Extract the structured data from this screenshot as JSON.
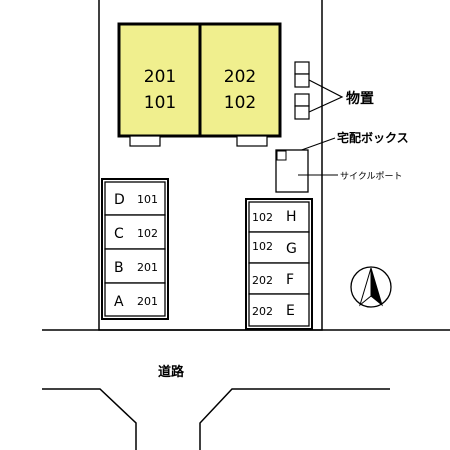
{
  "building": {
    "units": [
      {
        "upper": "201",
        "lower": "101"
      },
      {
        "upper": "202",
        "lower": "102"
      }
    ]
  },
  "labels": {
    "storage": "物置",
    "delivery_box": "宅配ボックス",
    "bicycle_port": "サイクルポート",
    "road": "道路"
  },
  "parking_left": [
    {
      "letter": "D",
      "room": "101"
    },
    {
      "letter": "C",
      "room": "102"
    },
    {
      "letter": "B",
      "room": "201"
    },
    {
      "letter": "A",
      "room": "201"
    }
  ],
  "parking_right": [
    {
      "room": "102",
      "letter": "H"
    },
    {
      "room": "102",
      "letter": "G"
    },
    {
      "room": "202",
      "letter": "F"
    },
    {
      "room": "202",
      "letter": "E"
    }
  ],
  "colors": {
    "building_fill": "#f0ef8e",
    "line": "#000000",
    "background": "#ffffff"
  },
  "icons": {
    "north_arrow": "north-arrow-icon"
  }
}
